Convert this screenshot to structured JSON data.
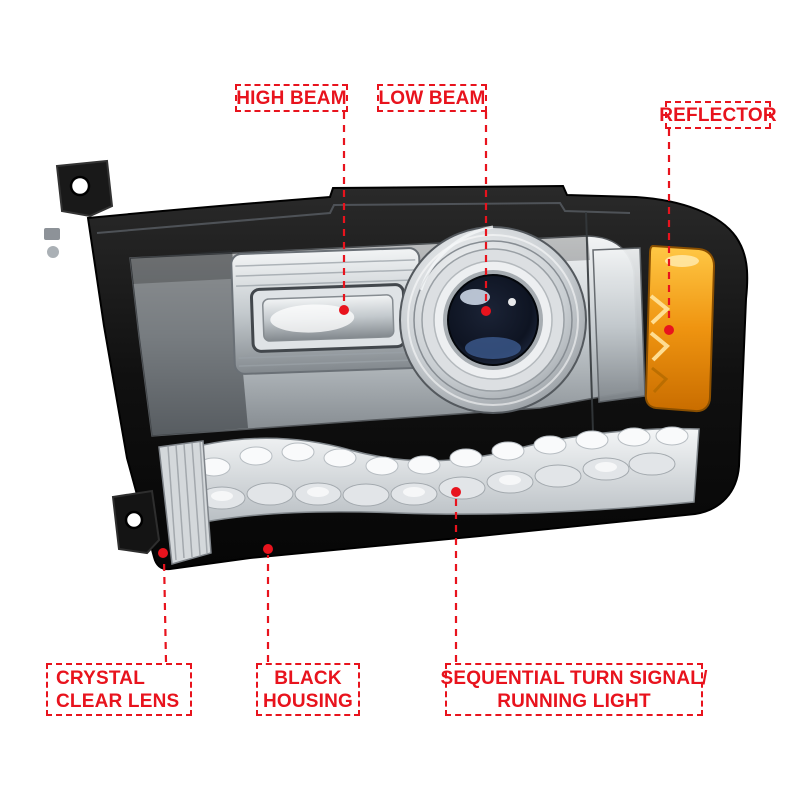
{
  "colors": {
    "accent": "#e8131d",
    "amber_reflector": "#ef9410",
    "projector_lens": "#16203a",
    "housing": "#111111"
  },
  "callouts": {
    "high_beam": {
      "label": "HIGH BEAM"
    },
    "low_beam": {
      "label": "LOW BEAM"
    },
    "reflector": {
      "label": "REFLECTOR"
    },
    "crystal_clear_lens": {
      "line1": "CRYSTAL",
      "line2": "CLEAR LENS"
    },
    "black_housing": {
      "line1": "BLACK",
      "line2": "HOUSING"
    },
    "sequential_turn_signal": {
      "line1": "SEQUENTIAL TURN SIGNAL/",
      "line2": "RUNNING LIGHT"
    }
  },
  "illustration": {
    "subject": "projector-headlight",
    "parts": [
      "black-housing",
      "high-beam-reflector",
      "low-beam-projector",
      "amber-side-reflector",
      "led-running-light-bar",
      "crystal-clear-lens",
      "mounting-tabs"
    ]
  }
}
